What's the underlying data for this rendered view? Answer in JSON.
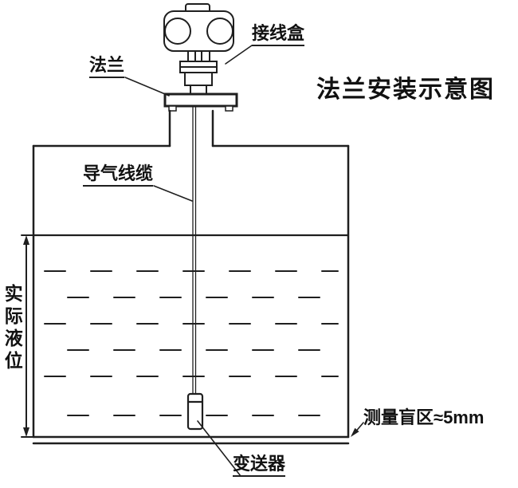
{
  "title": "法兰安装示意图",
  "labels": {
    "junction_box": "接线盒",
    "flange": "法兰",
    "air_cable": "导气线缆",
    "actual_level": "实际液位",
    "blind_zone": "测量盲区≈5mm",
    "transmitter": "变送器"
  },
  "colors": {
    "line": "#1f1f1f",
    "text": "#111111",
    "background": "#ffffff"
  }
}
